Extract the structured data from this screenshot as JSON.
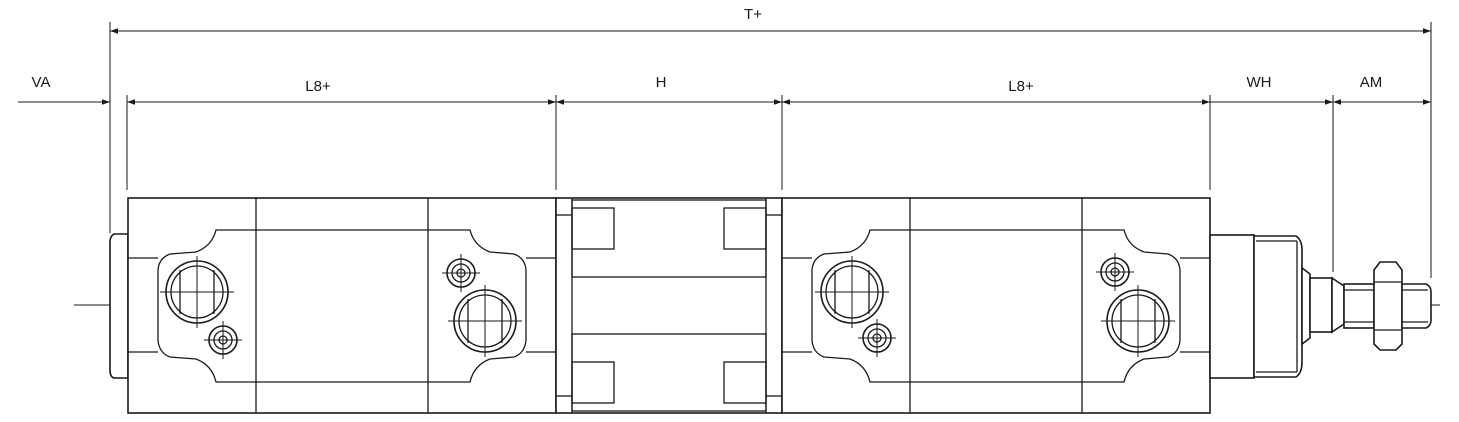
{
  "dimensions": {
    "total": "T+",
    "va": "VA",
    "l8_left": "L8+",
    "h": "H",
    "l8_right": "L8+",
    "wh": "WH",
    "am": "AM"
  },
  "colors": {
    "line": "#1a1a1a",
    "background": "#ffffff"
  }
}
